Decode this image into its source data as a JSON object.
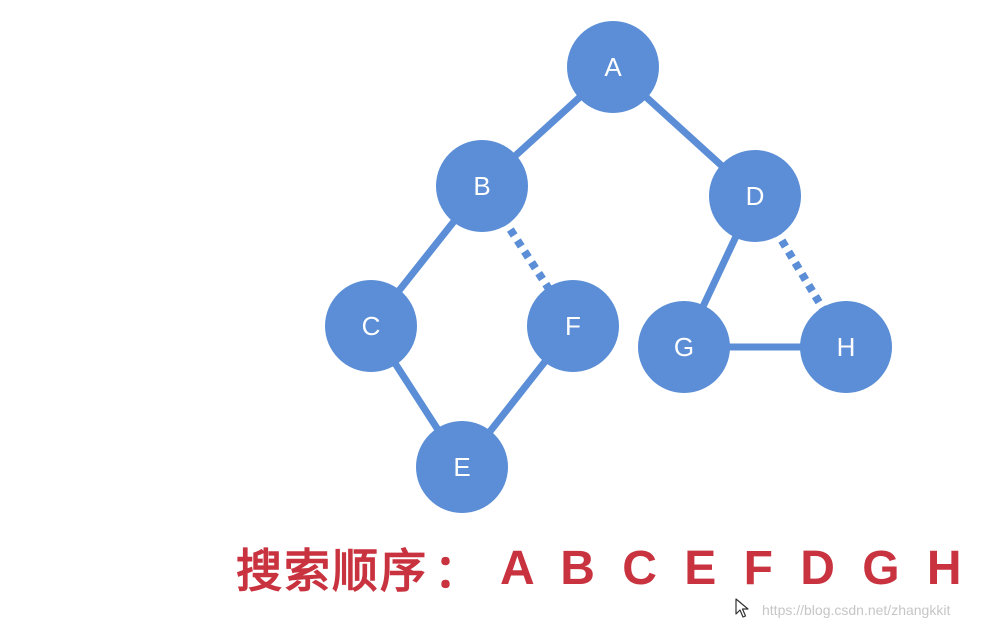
{
  "colors": {
    "node": "#5b8ed6",
    "edge": "#5b8ed6",
    "caption": "#c8333f",
    "watermark": "#c6c6c6"
  },
  "nodes": [
    {
      "id": "A",
      "label": "A"
    },
    {
      "id": "B",
      "label": "B"
    },
    {
      "id": "C",
      "label": "C"
    },
    {
      "id": "D",
      "label": "D"
    },
    {
      "id": "E",
      "label": "E"
    },
    {
      "id": "F",
      "label": "F"
    },
    {
      "id": "G",
      "label": "G"
    },
    {
      "id": "H",
      "label": "H"
    }
  ],
  "edges": [
    {
      "from": "A",
      "to": "B",
      "style": "solid"
    },
    {
      "from": "A",
      "to": "D",
      "style": "solid"
    },
    {
      "from": "B",
      "to": "C",
      "style": "solid"
    },
    {
      "from": "B",
      "to": "F",
      "style": "dashed"
    },
    {
      "from": "C",
      "to": "E",
      "style": "solid"
    },
    {
      "from": "E",
      "to": "F",
      "style": "solid"
    },
    {
      "from": "D",
      "to": "G",
      "style": "solid"
    },
    {
      "from": "D",
      "to": "H",
      "style": "dashed"
    },
    {
      "from": "G",
      "to": "H",
      "style": "solid"
    }
  ],
  "caption": {
    "label": "搜索顺序",
    "separator": "：",
    "sequence": "A B C E F D G H"
  },
  "watermark": {
    "text": "https://blog.csdn.net/zhangkkit"
  },
  "cursor": {
    "icon": "mouse-pointer-icon"
  }
}
